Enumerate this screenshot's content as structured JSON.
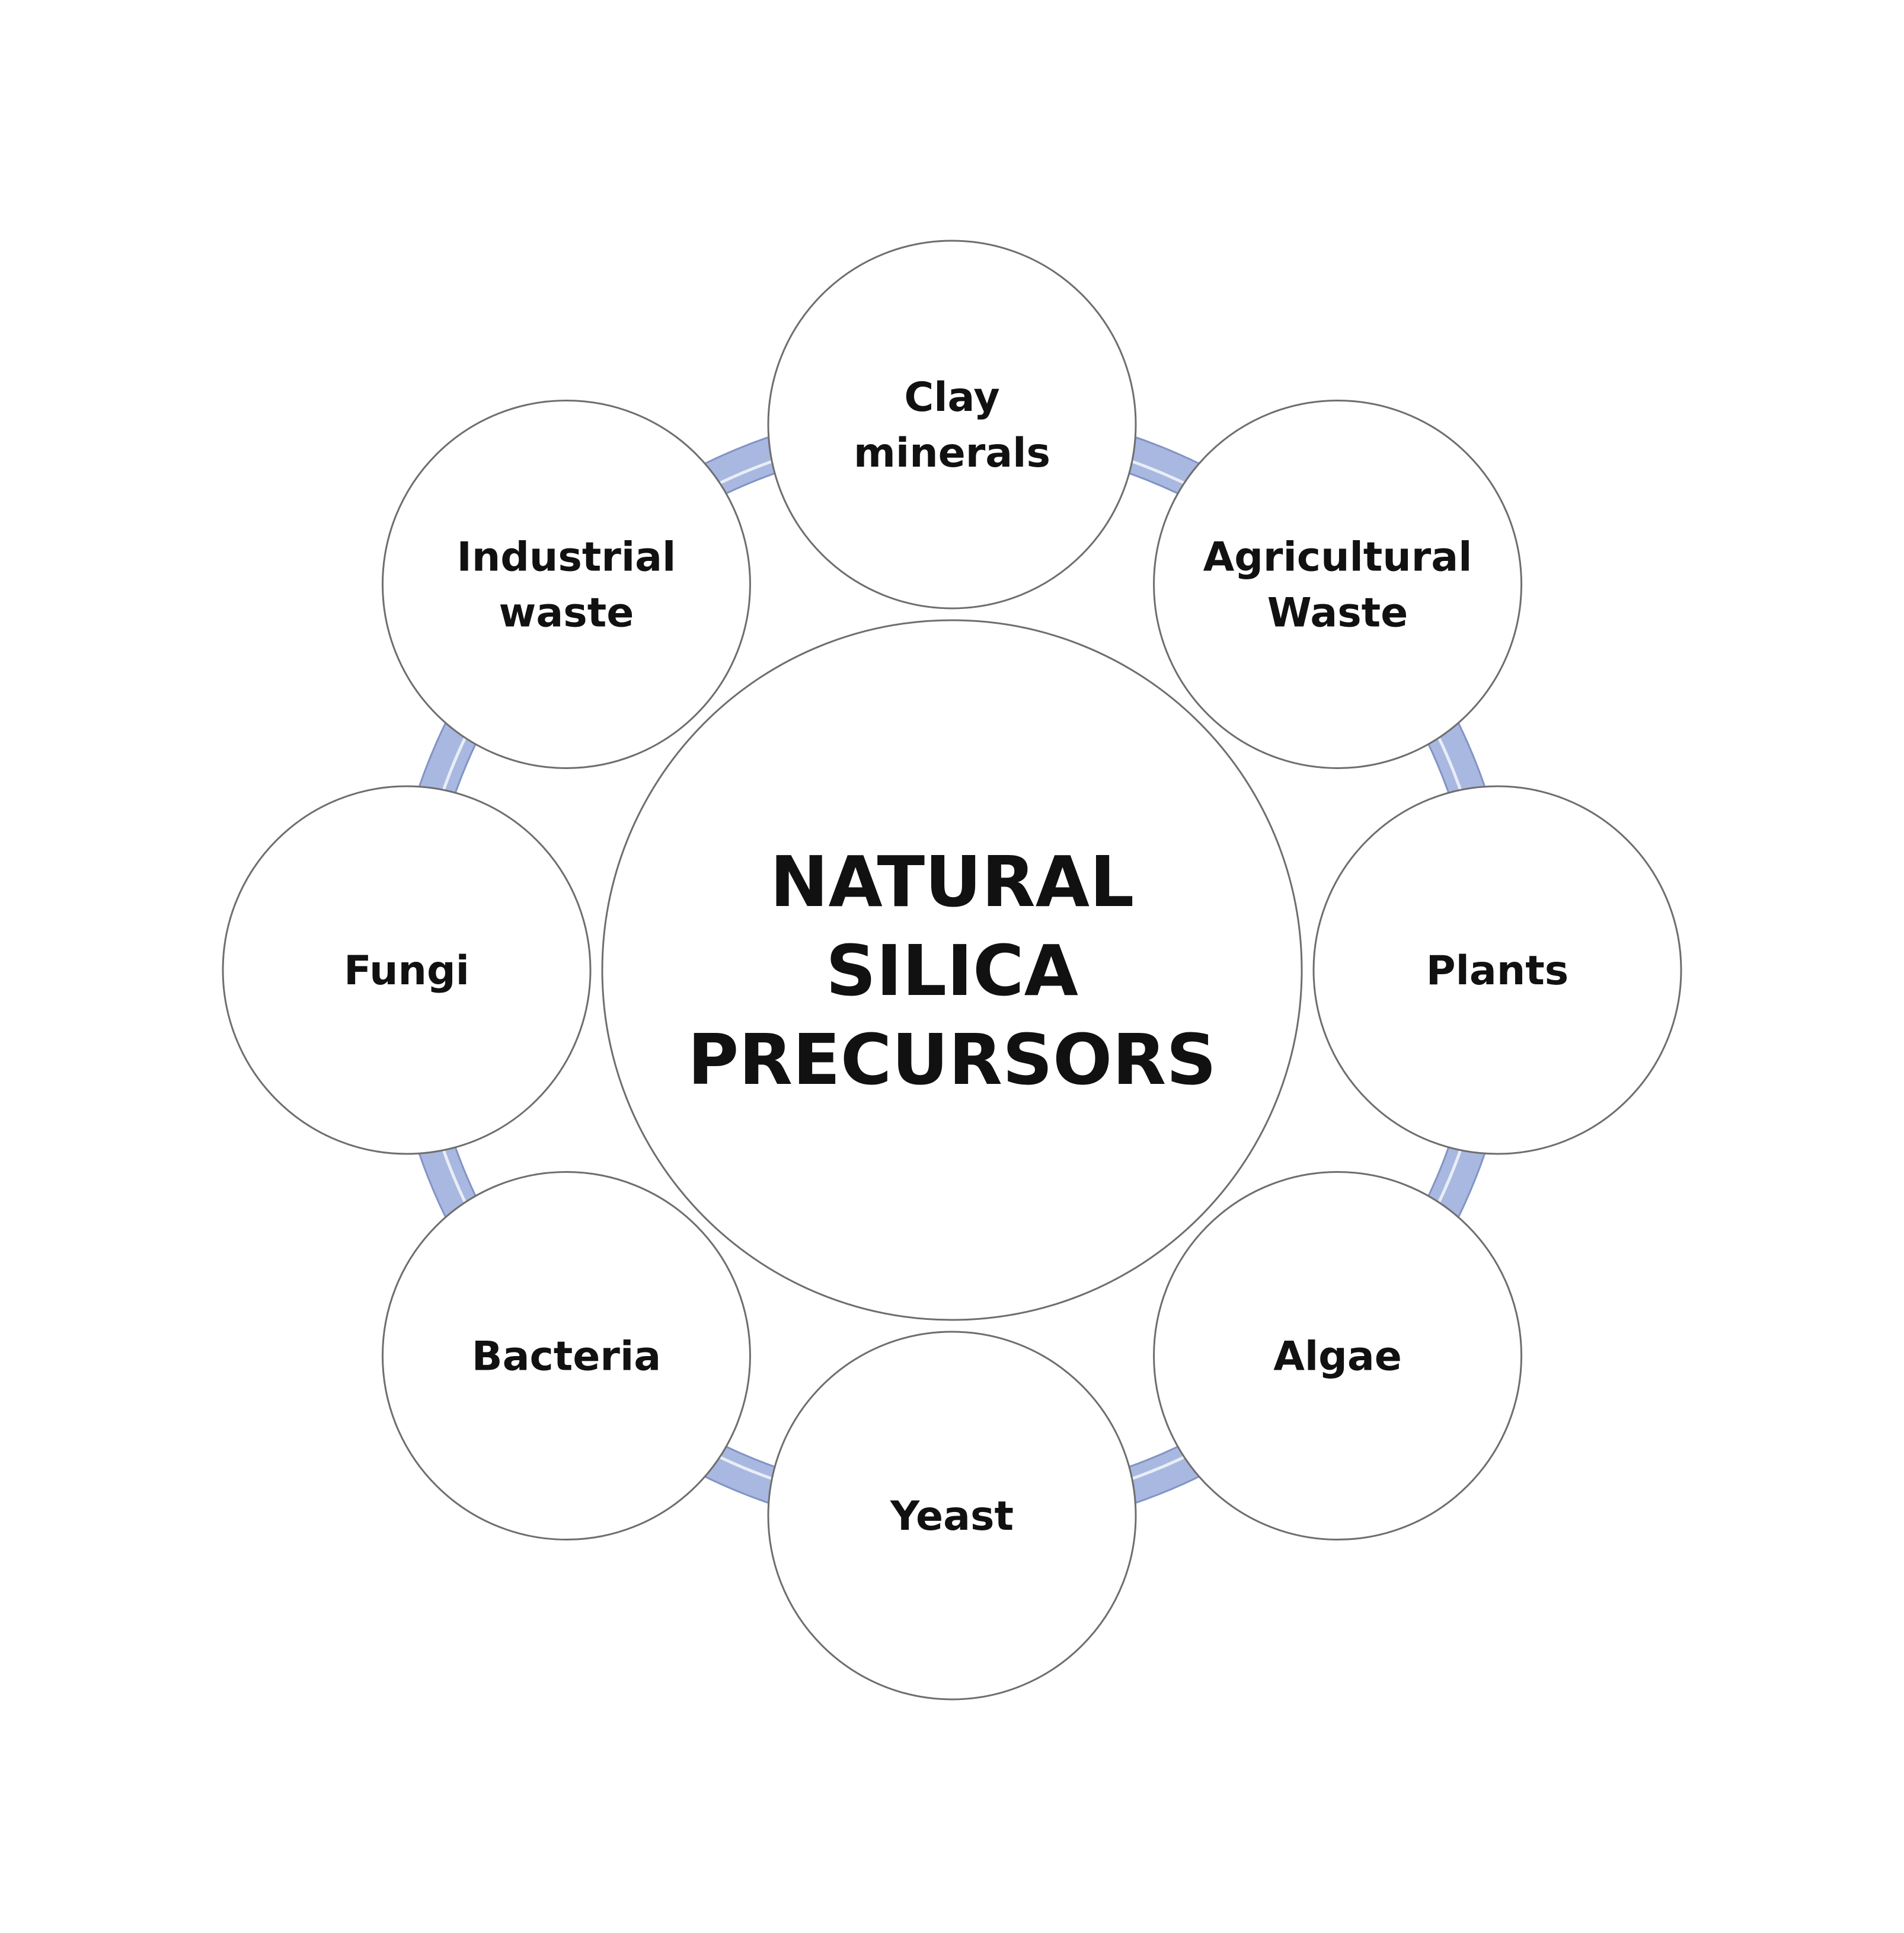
{
  "center": {
    "lines": [
      "NATURAL",
      "SILICA",
      "PRECURSORS"
    ]
  },
  "nodes": [
    {
      "id": "clay-minerals",
      "lines": [
        "Clay",
        "minerals"
      ]
    },
    {
      "id": "agricultural-waste",
      "lines": [
        "Agricultural",
        "Waste"
      ]
    },
    {
      "id": "plants",
      "lines": [
        "Plants"
      ]
    },
    {
      "id": "algae",
      "lines": [
        "Algae"
      ]
    },
    {
      "id": "yeast",
      "lines": [
        "Yeast"
      ]
    },
    {
      "id": "bacteria",
      "lines": [
        "Bacteria"
      ]
    },
    {
      "id": "fungi",
      "lines": [
        "Fungi"
      ]
    },
    {
      "id": "industrial-waste",
      "lines": [
        "Industrial",
        "waste"
      ]
    }
  ],
  "colors": {
    "ring_fill": "#a8b8e0",
    "ring_edge": "#8294c4",
    "ring_highlight": "#ffffff",
    "circle_fill": "#ffffff",
    "circle_stroke": "#6e6e6e",
    "text": "#111111"
  }
}
